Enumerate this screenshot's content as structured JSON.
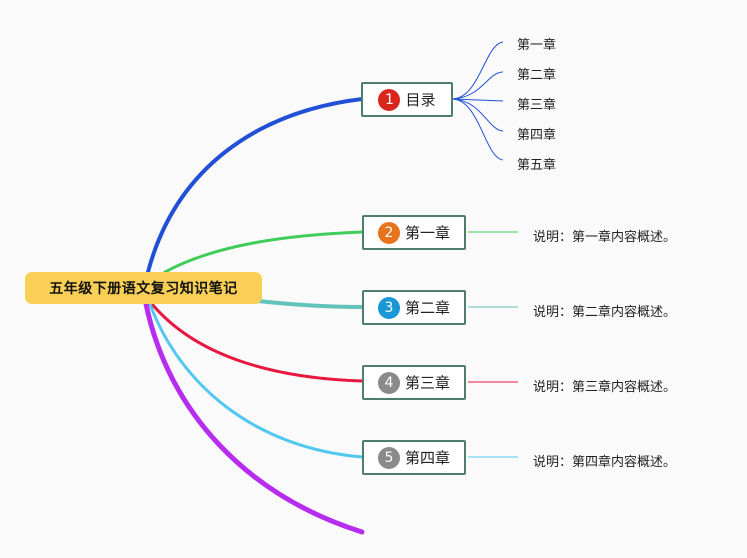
{
  "root": {
    "label": "五年级下册语文复习知识笔记"
  },
  "branches": [
    {
      "num": "1",
      "label": "目录",
      "badge_color": "#d9261c",
      "line_color": "#2150d6"
    },
    {
      "num": "2",
      "label": "第一章",
      "badge_color": "#e8731e",
      "line_color": "#3fcc5a",
      "note": "说明：第一章内容概述。"
    },
    {
      "num": "3",
      "label": "第二章",
      "badge_color": "#1b97d6",
      "line_color": "#62c3ba",
      "note": "说明：第二章内容概述。"
    },
    {
      "num": "4",
      "label": "第三章",
      "badge_color": "#8a8a8a",
      "line_color": "#e8173f",
      "note": "说明：第三章内容概述。"
    },
    {
      "num": "5",
      "label": "第四章",
      "badge_color": "#8a8a8a",
      "line_color": "#52c8f0",
      "note": "说明：第四章内容概述。"
    }
  ],
  "toc_items": [
    "第一章",
    "第二章",
    "第三章",
    "第四章",
    "第五章"
  ],
  "extra_branch_color": "#b72df0"
}
